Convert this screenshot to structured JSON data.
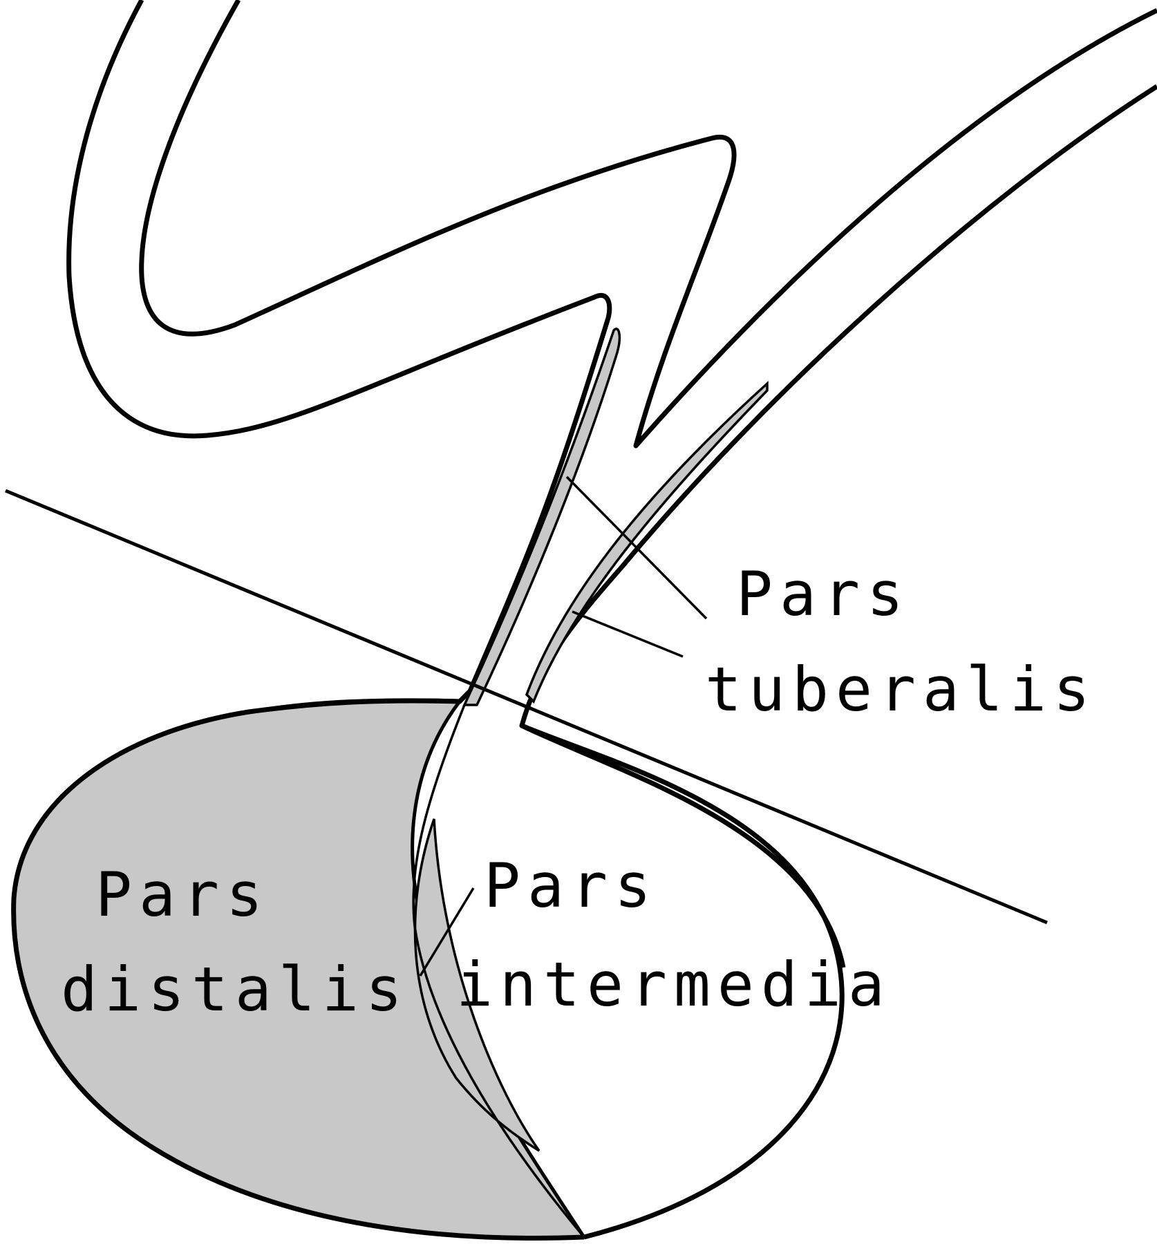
{
  "labels": {
    "pars_tuberalis": [
      "Pars",
      "tuberalis"
    ],
    "pars_distalis": [
      "Pars",
      "distalis"
    ],
    "pars_intermedia": [
      "Pars",
      "intermedia"
    ]
  },
  "colors": {
    "line": "#000000",
    "tissue_gray": "#c8c8c8",
    "background": "#ffffff"
  }
}
